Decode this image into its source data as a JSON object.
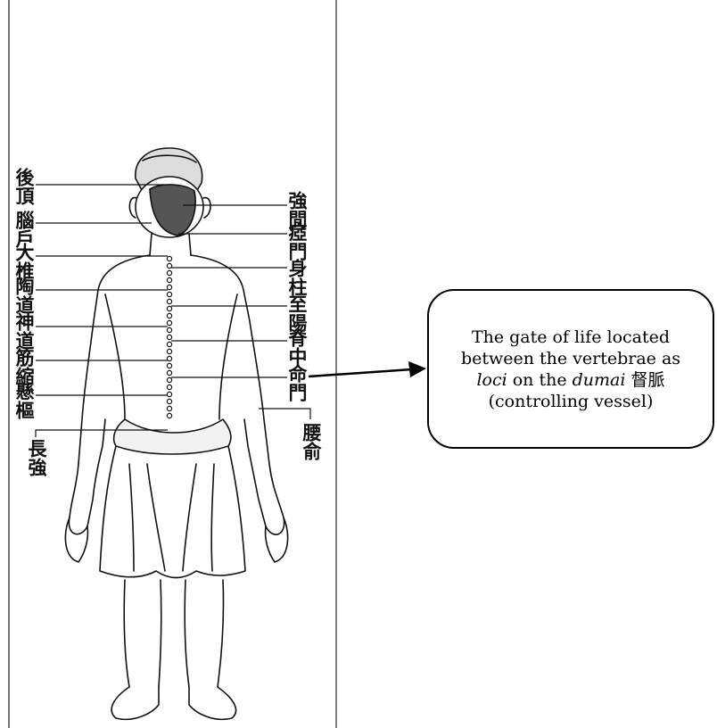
{
  "labels_left": [
    {
      "text": "後頂"
    },
    {
      "text": "腦戶"
    },
    {
      "text": "大椎"
    },
    {
      "text": "陶道"
    },
    {
      "text": "神道"
    },
    {
      "text": "筋縮"
    },
    {
      "text": "懸樞"
    },
    {
      "text": "長強"
    }
  ],
  "labels_right": [
    {
      "text": "強間"
    },
    {
      "text": "瘂門"
    },
    {
      "text": "身柱"
    },
    {
      "text": "至陽"
    },
    {
      "text": "脊中"
    },
    {
      "text": "命門"
    },
    {
      "text": "腰俞"
    }
  ],
  "callout": {
    "line1": "The gate of life located",
    "line2": "between the vertebrae as",
    "loci": "loci",
    "mid": " on the ",
    "dumai": "dumai",
    "chinese": " 督脈",
    "line4": "(controlling vessel)"
  }
}
